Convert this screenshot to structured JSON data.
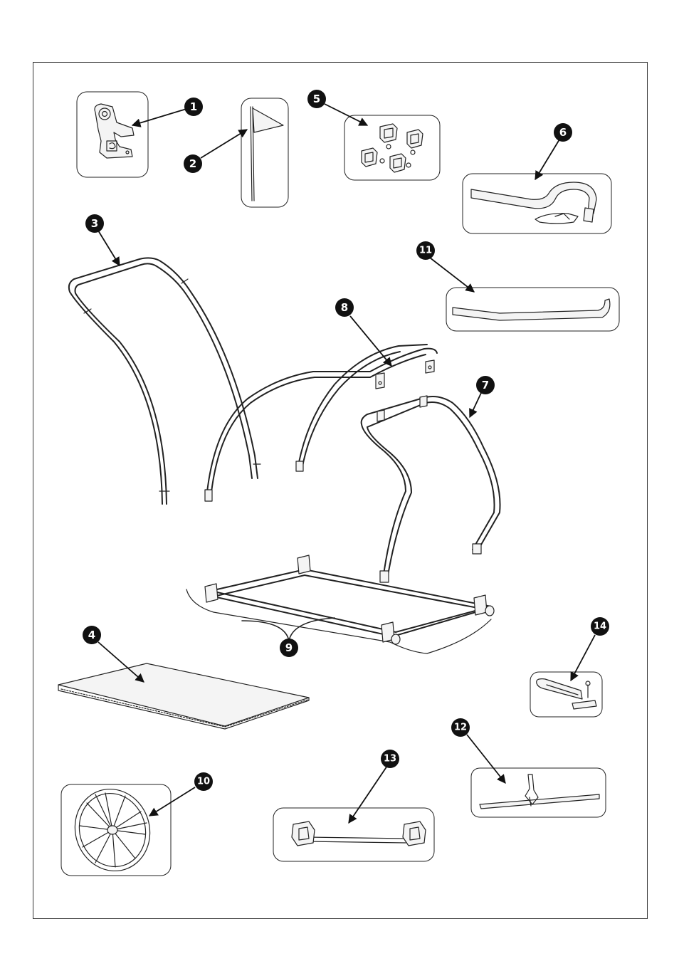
{
  "diagram": {
    "type": "exploded parts diagram",
    "frame_color": "#333333",
    "parts": [
      {
        "number": "1",
        "label": "1"
      },
      {
        "number": "2",
        "label": "2"
      },
      {
        "number": "3",
        "label": "3"
      },
      {
        "number": "4",
        "label": "4"
      },
      {
        "number": "5",
        "label": "5"
      },
      {
        "number": "6",
        "label": "6"
      },
      {
        "number": "7",
        "label": "7"
      },
      {
        "number": "8",
        "label": "8"
      },
      {
        "number": "9",
        "label": "9"
      },
      {
        "number": "10",
        "label": "10"
      },
      {
        "number": "11",
        "label": "11"
      },
      {
        "number": "12",
        "label": "12"
      },
      {
        "number": "13",
        "label": "13"
      },
      {
        "number": "14",
        "label": "14"
      }
    ]
  }
}
